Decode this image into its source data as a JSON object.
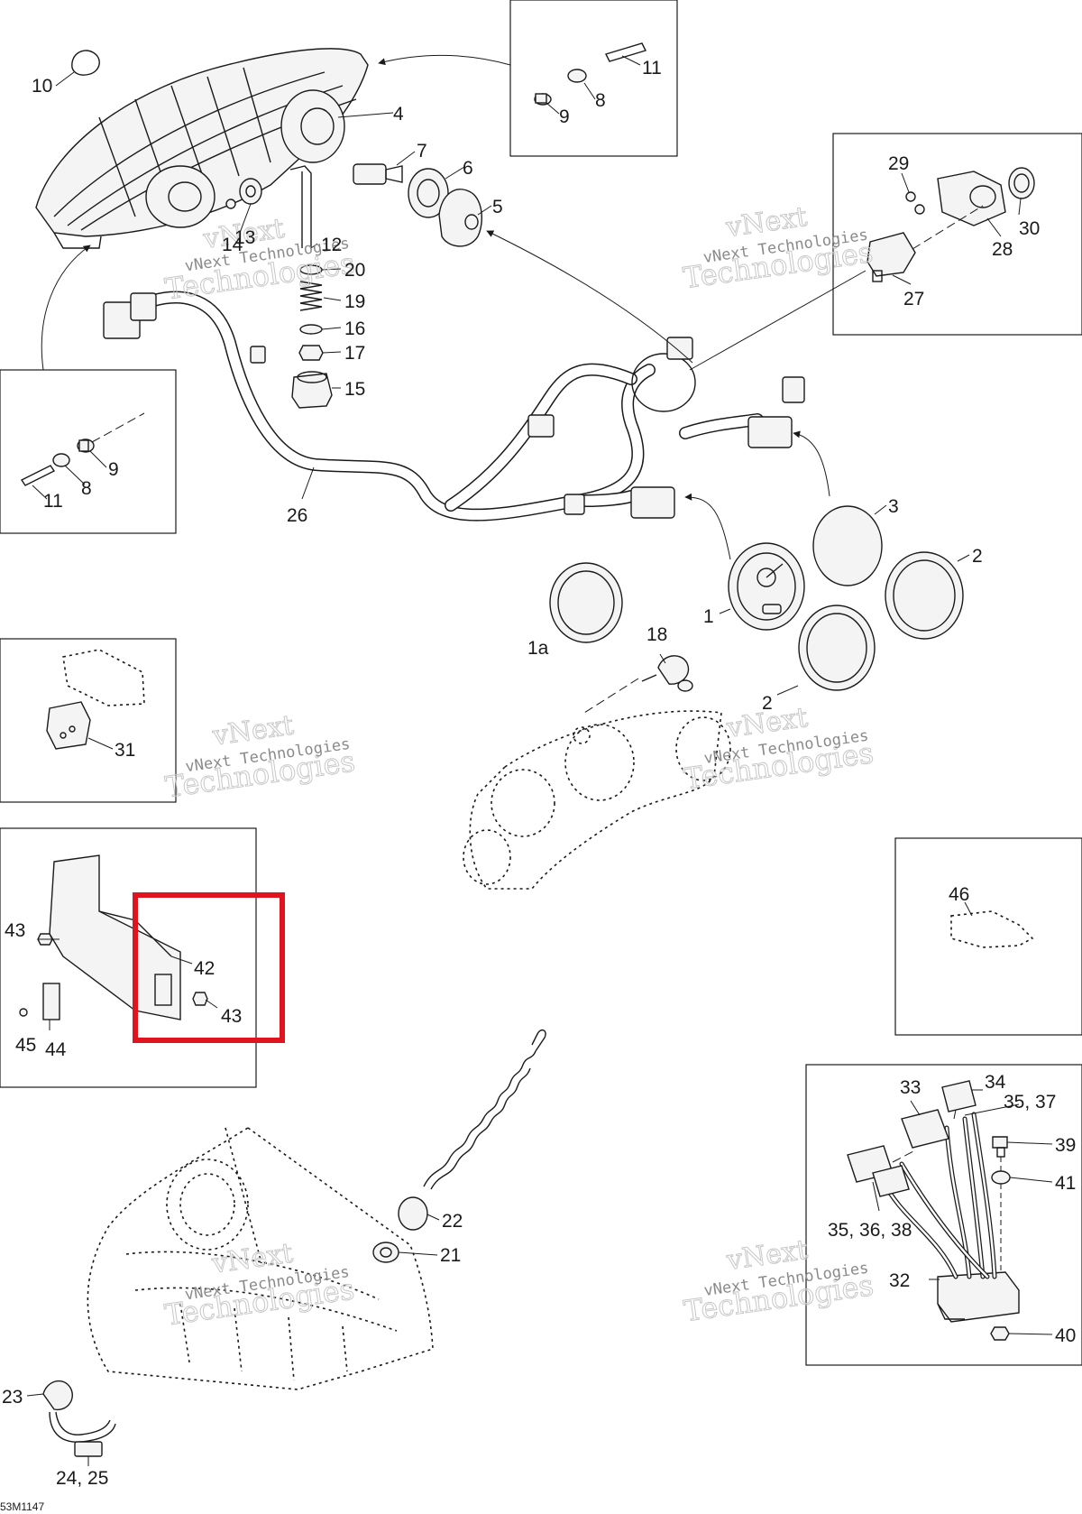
{
  "diagram_code": "53M1147",
  "watermark": {
    "line1": "vNext",
    "line2": "Technologies",
    "small": "vNext Technologies"
  },
  "callouts": {
    "c10": "10",
    "c11a": "11",
    "c8a": "8",
    "c9a": "9",
    "c4": "4",
    "c7": "7",
    "c6": "6",
    "c5": "5",
    "c13": "13",
    "c14": "14",
    "c12": "12",
    "c20": "20",
    "c19": "19",
    "c16": "16",
    "c17": "17",
    "c15": "15",
    "c29": "29",
    "c30": "30",
    "c28": "28",
    "c27": "27",
    "c9b": "9",
    "c8b": "8",
    "c11b": "11",
    "c26": "26",
    "c3": "3",
    "c2a": "2",
    "c1": "1",
    "c1a": "1a",
    "c18": "18",
    "c2b": "2",
    "c31": "31",
    "c43a": "43",
    "c42": "42",
    "c43b": "43",
    "c45": "45",
    "c44": "44",
    "c46": "46",
    "c33": "33",
    "c34": "34",
    "c35_37": "35, 37",
    "c39": "39",
    "c41": "41",
    "c35_36_38": "35, 36, 38",
    "c32": "32",
    "c40": "40",
    "c22": "22",
    "c21": "21",
    "c23": "23",
    "c24_25": "24, 25"
  },
  "colors": {
    "line": "#1a1a1a",
    "highlight": "#e0141e",
    "watermark": "#c8c8c8",
    "background": "#ffffff"
  },
  "highlight": {
    "target_callout": "42"
  }
}
